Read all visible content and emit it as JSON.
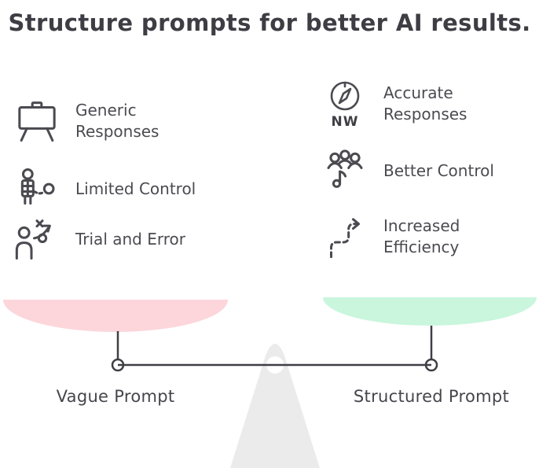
{
  "title": "Structure prompts for better AI results.",
  "left": {
    "label": "Vague Prompt",
    "pan_color": "#fcd6db",
    "items": [
      {
        "icon": "presentation-board-icon",
        "label": "Generic Responses"
      },
      {
        "icon": "robot-figure-icon",
        "label": "Limited Control"
      },
      {
        "icon": "trial-strategy-icon",
        "label": "Trial and Error"
      }
    ]
  },
  "right": {
    "label": "Structured Prompt",
    "pan_color": "#c9f6dd",
    "items": [
      {
        "icon": "compass-icon",
        "icon_text": "NW",
        "label": "Accurate Responses"
      },
      {
        "icon": "team-music-icon",
        "label": "Better Control"
      },
      {
        "icon": "dashed-arrow-icon",
        "label": "Increased Efficiency"
      }
    ]
  },
  "colors": {
    "stroke": "#3f3e45",
    "fulcrum": "#ebebeb",
    "text": "#4b4a51"
  }
}
